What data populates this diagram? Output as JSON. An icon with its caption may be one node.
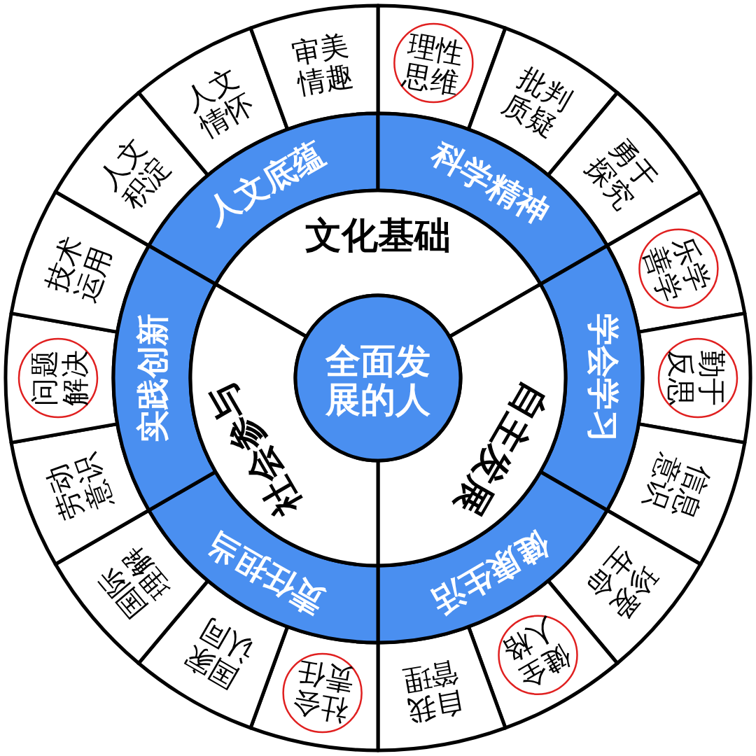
{
  "diagram": {
    "nodes": [
      {
        "text": [
          "全面发展的人"
        ]
      },
      {
        "text": [
          "文化基础"
        ]
      },
      {
        "text": [
          "自主发展"
        ]
      },
      {
        "text": [
          "社会参与"
        ]
      },
      {
        "text": [
          "人文底蕴"
        ]
      },
      {
        "text": [
          "科学精神"
        ]
      },
      {
        "text": [
          "学会学习"
        ]
      },
      {
        "text": [
          "健康生活"
        ]
      },
      {
        "text": [
          "责任担当"
        ]
      },
      {
        "text": [
          "实践创新"
        ]
      },
      {
        "text": [],
        "shape": "box"
      },
      {
        "text": [
          "理性思维"
        ],
        "in": 10
      },
      {
        "text": [
          "批判质疑"
        ]
      },
      {
        "text": [
          "勇于探究"
        ]
      },
      {
        "text": [],
        "shape": "box"
      },
      {
        "text": [
          "乐学善学"
        ],
        "in": 14
      },
      {
        "text": [],
        "shape": "box"
      },
      {
        "text": [
          "勤于反思"
        ],
        "in": 16
      },
      {
        "text": [
          "信息意识"
        ]
      },
      {
        "text": [
          "珍爱生命"
        ]
      },
      {
        "text": [],
        "shape": "box"
      },
      {
        "text": [
          "健全人格"
        ],
        "in": 20
      },
      {
        "text": [
          "自我管理"
        ]
      },
      {
        "text": [],
        "shape": "box"
      },
      {
        "text": [
          "社会责任"
        ],
        "in": 23
      },
      {
        "text": [
          "国家认同"
        ]
      },
      {
        "text": [
          "国际理解"
        ]
      },
      {
        "text": [
          "劳动意识"
        ]
      },
      {
        "text": [],
        "shape": "box"
      },
      {
        "text": [
          "问题解决"
        ],
        "in": 28
      },
      {
        "text": [
          "技术运用"
        ]
      },
      {
        "text": [
          "人文积淀"
        ]
      },
      {
        "text": [
          "人文情怀"
        ]
      },
      {
        "text": [
          "审美情趣"
        ]
      }
    ]
  }
}
